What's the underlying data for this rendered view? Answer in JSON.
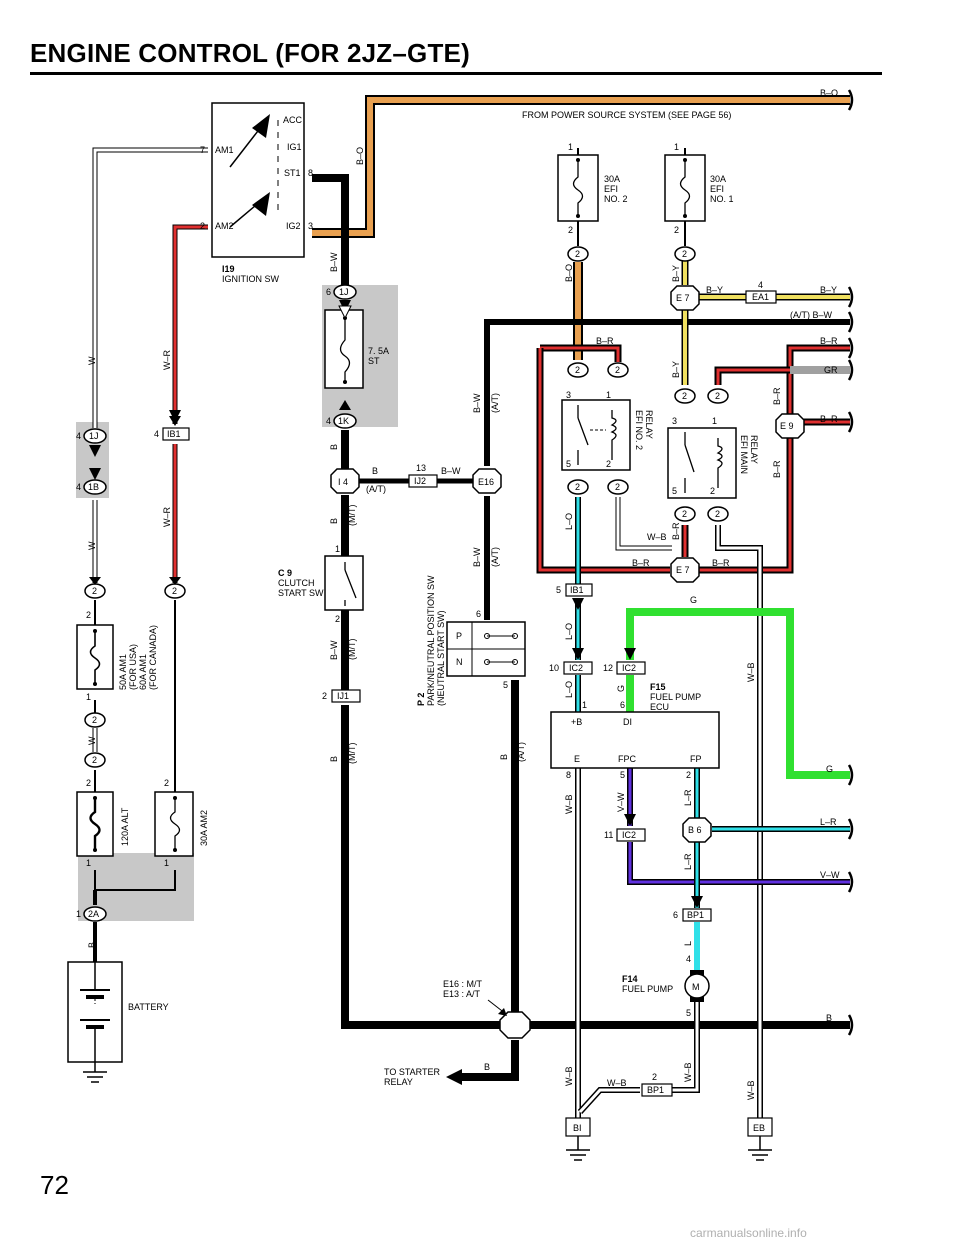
{
  "page": {
    "title": "ENGINE CONTROL (FOR 2JZ–GTE)",
    "number": "72",
    "watermark": "carmanualsonline.info"
  },
  "colors": {
    "orange": "#e8a050",
    "red": "#e03030",
    "yellow": "#f0e060",
    "cyan": "#30e0e8",
    "green": "#30e030",
    "violet": "#6030e0",
    "gray": "#c8c8c8",
    "black": "#000000"
  },
  "components": {
    "ignition_sw": {
      "code": "I19",
      "name": "IGNITION SW",
      "terms": [
        "ACC",
        "AM1",
        "IG1",
        "ST1",
        "AM2",
        "IG2"
      ],
      "pins": [
        "7",
        "2",
        "8",
        "3"
      ]
    },
    "fuse_st": {
      "rating": "7. 5A",
      "name": "ST"
    },
    "clutch_sw": {
      "code": "C 9",
      "name1": "CLUTCH",
      "name2": "START SW"
    },
    "pnp_sw": {
      "code": "P 2",
      "name1": "PARK/NEUTRAL POSITION SW",
      "name2": "(NEUTRAL START SW)",
      "p": "P",
      "n": "N"
    },
    "efi2_fuse": {
      "l1": "30A",
      "l2": "EFI",
      "l3": "NO. 2"
    },
    "efi1_fuse": {
      "l1": "30A",
      "l2": "EFI",
      "l3": "NO. 1"
    },
    "efi2_relay": {
      "l1": "EFI NO. 2",
      "l2": "RELAY"
    },
    "efi_main_relay": {
      "l1": "EFI MAIN",
      "l2": "RELAY"
    },
    "fp_ecu": {
      "code": "F15",
      "l1": "FUEL PUMP",
      "l2": "ECU",
      "t1": "+B",
      "t2": "DI",
      "t3": "E",
      "t4": "FPC",
      "t5": "FP"
    },
    "fuel_pump": {
      "code": "F14",
      "name": "FUEL PUMP",
      "m": "M"
    },
    "am1_fuse": {
      "l1": "50A AM1",
      "l2": "(FOR USA)",
      "l3": "60A AM1",
      "l4": "(FOR CANADA)"
    },
    "alt_fuse": "120A ALT",
    "am2_fuse": "30A AM2",
    "battery": "BATTERY",
    "starter": {
      "l1": "TO STARTER",
      "l2": "RELAY"
    },
    "e16_note": {
      "l1": "E16 : M/T",
      "l2": "E13 : A/T"
    },
    "power_source": "FROM POWER SOURCE SYSTEM (SEE PAGE 56)"
  },
  "connectors": {
    "c_1j": "1J",
    "c_1k": "1K",
    "c_1b": "1B",
    "c_ib1": "IB1",
    "c_2a": "2A",
    "c_i4": "I 4",
    "c_ij2": "IJ2",
    "c_e16": "E16",
    "c_ij1": "IJ1",
    "c_e7": "E 7",
    "c_ea1": "EA1",
    "c_e9": "E 9",
    "c_ic2": "IC2",
    "c_b6": "B 6",
    "c_bp1": "BP1",
    "c_bi": "BI",
    "c_eb": "EB",
    "c_2": "2"
  },
  "wires": {
    "bo": "B–O",
    "bw": "B–W",
    "b": "B",
    "w": "W",
    "wr": "W–R",
    "by": "B–Y",
    "br": "B–R",
    "gr": "GR",
    "lo": "L–O",
    "g": "G",
    "wb": "W–B",
    "vw": "V–W",
    "lr": "L–R",
    "l": "L",
    "at": "(A/T)",
    "mt": "(M/T)",
    "atbw": "(A/T)  B–W"
  },
  "pins": {
    "p1": "1",
    "p2": "2",
    "p3": "3",
    "p4": "4",
    "p5": "5",
    "p6": "6",
    "p7": "7",
    "p8": "8",
    "p10": "10",
    "p11": "11",
    "p12": "12",
    "p13": "13"
  }
}
